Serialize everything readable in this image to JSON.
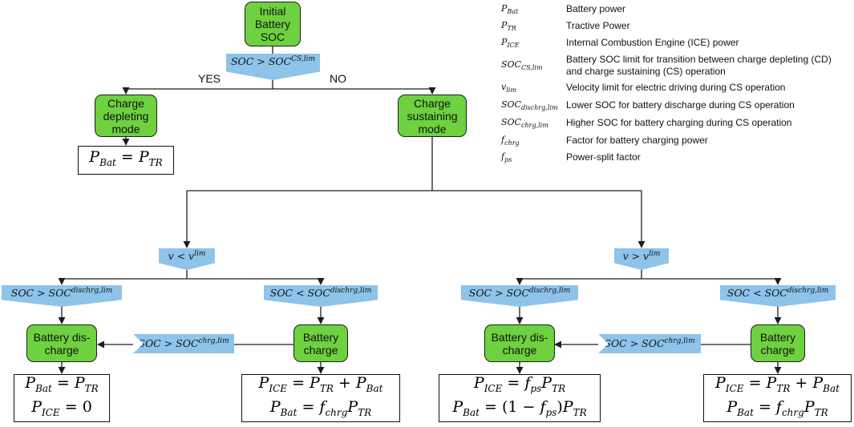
{
  "nodes": {
    "initial": "Initial Battery SOC",
    "cd_mode": "Charge depleting mode",
    "cs_mode": "Charge sustaining mode",
    "discharge_left": "Battery dis-charge",
    "charge_left": "Battery charge",
    "discharge_right": "Battery dis-charge",
    "charge_right": "Battery charge"
  },
  "branch_labels": {
    "yes": "YES",
    "no": "NO"
  },
  "conditions": {
    "soc_cs_lim": "SOC > SOC_CS,lim",
    "v_lt_vlim": "v < v_lim",
    "v_gt_vlim": "v > v_lim",
    "left_soc_gt_dischrg": "SOC > SOC_dischrg,lim",
    "left_soc_lt_dischrg": "SOC < SOC_dischrg,lim",
    "left_soc_gt_chrg": "SOC > SOC_chrg,lim",
    "right_soc_gt_dischrg": "SOC > SOC_dischrg,lim",
    "right_soc_lt_dischrg": "SOC < SOC_dischrg,lim",
    "right_soc_gt_chrg": "SOC > SOC_chrg,lim"
  },
  "equations": {
    "cd": "P_Bat = P_TR",
    "left_discharge": [
      "P_Bat = P_TR",
      "P_ICE = 0"
    ],
    "left_charge": [
      "P_ICE = P_TR + P_Bat",
      "P_Bat = f_chrg P_TR"
    ],
    "right_discharge": [
      "P_ICE = f_ps P_TR",
      "P_Bat = (1 − f_ps) P_TR"
    ],
    "right_charge": [
      "P_ICE = P_TR + P_Bat",
      "P_Bat = f_chrg P_TR"
    ]
  },
  "legend": [
    {
      "symbol": "P_Bat",
      "desc": "Battery power"
    },
    {
      "symbol": "P_TR",
      "desc": "Tractive Power"
    },
    {
      "symbol": "P_ICE",
      "desc": "Internal Combustion Engine (ICE) power"
    },
    {
      "symbol": "SOC_CS,lim",
      "desc": "Battery SOC limit for transition between charge depleting (CD) and charge sustaining (CS) operation"
    },
    {
      "symbol": "v_lim",
      "desc": "Velocity limit for electric driving during CS operation"
    },
    {
      "symbol": "SOC_dischrg,lim",
      "desc": "Lower SOC for battery discharge during CS operation"
    },
    {
      "symbol": "SOC_chrg,lim",
      "desc": "Higher SOC for battery charging during CS operation"
    },
    {
      "symbol": "f_chrg",
      "desc": "Factor for battery charging power"
    },
    {
      "symbol": "f_ps",
      "desc": "Power-split factor"
    }
  ],
  "colors": {
    "process_box": "#6ed13f",
    "condition_box": "#8ec3ea",
    "line": "#1d1d1d"
  }
}
